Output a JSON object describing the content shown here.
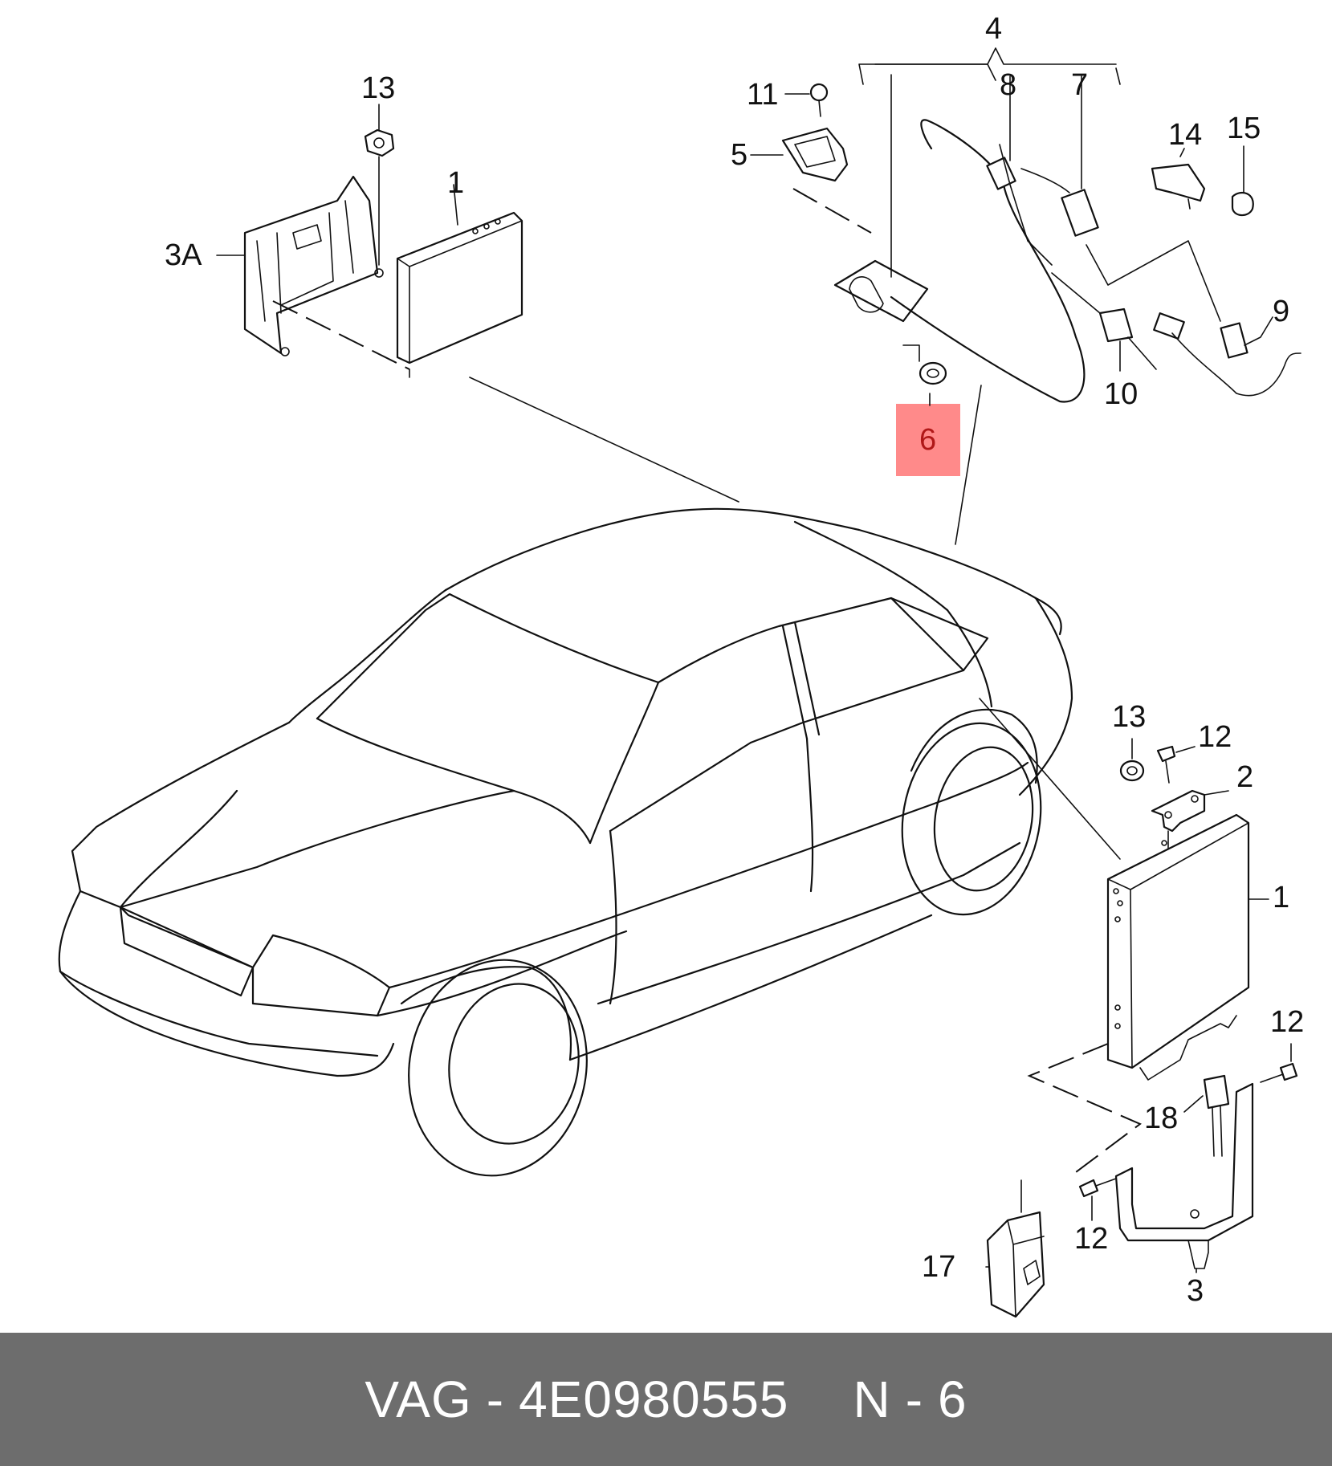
{
  "footer": {
    "brand": "VAG",
    "separator": "-",
    "part_number": "4E0980555",
    "position_prefix": "N",
    "position_number": "6"
  },
  "callouts": {
    "c1_top": "1",
    "c1_right": "1",
    "c2": "2",
    "c3": "3",
    "c3a": "3A",
    "c4": "4",
    "c5": "5",
    "c6": "6",
    "c7": "7",
    "c8": "8",
    "c9": "9",
    "c10": "10",
    "c11": "11",
    "c12_a": "12",
    "c12_b": "12",
    "c12_c": "12",
    "c13_top": "13",
    "c13_right": "13",
    "c14": "14",
    "c15": "15",
    "c17": "17",
    "c18": "18"
  },
  "highlight": {
    "target": "6",
    "color": "#ff8a8a"
  },
  "colors": {
    "footer_bg": "#6d6d6d",
    "footer_text": "#ffffff",
    "line": "#111111"
  }
}
